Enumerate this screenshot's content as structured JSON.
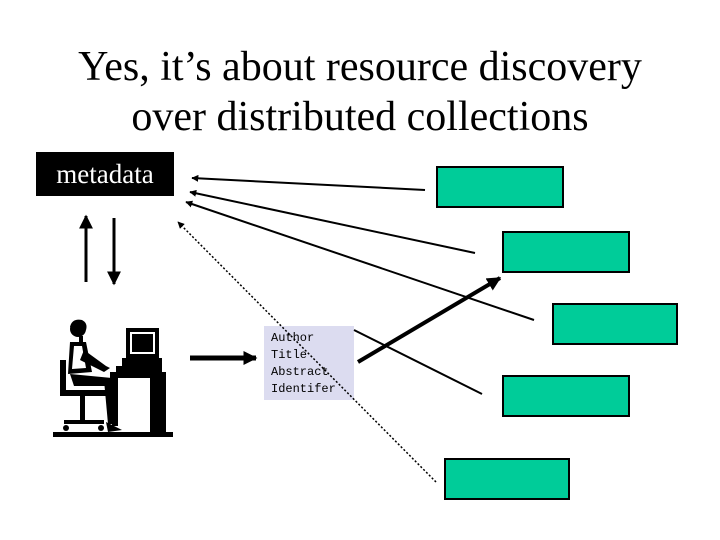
{
  "title": {
    "line1": "Yes, it’s about resource discovery",
    "line2": "over distributed collections"
  },
  "metadata_label": "metadata",
  "record_fields": [
    "Author",
    "Title",
    "Abstract",
    "Identifer"
  ],
  "colors": {
    "collection_fill": "#00cc99",
    "metadata_fill": "#000000",
    "record_fill": "#dcdcf0"
  },
  "icons": {
    "user": "person-at-computer-icon"
  }
}
